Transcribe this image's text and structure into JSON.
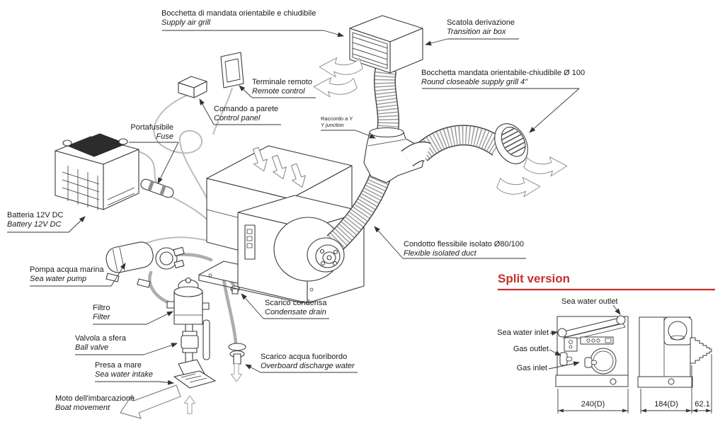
{
  "colors": {
    "accent_red": "#c5302c",
    "line": "#3a3a3a",
    "light_line": "#bcbcbc"
  },
  "diagram": {
    "labels": {
      "supply_air_grill": {
        "it": "Bocchetta di mandata orientabile e chiudibile",
        "en": "Supply air grill"
      },
      "transition_air_box": {
        "it": "Scatola derivazione",
        "en": "Transition air box"
      },
      "round_supply_grill": {
        "it": "Bocchetta mandata orientabile-chiudibile Ø 100",
        "en": "Round closeable supply grill 4\""
      },
      "remote_control": {
        "it": "Terminale remoto",
        "en": "Remote control"
      },
      "control_panel": {
        "it": "Comando a parete",
        "en": "Control panel"
      },
      "y_junction": {
        "it": "Raccordo a Y",
        "en": "Y junction"
      },
      "fuse": {
        "it": "Portafusibile",
        "en": "Fuse"
      },
      "battery": {
        "it": "Batteria 12V DC",
        "en": "Battery 12V DC"
      },
      "sea_water_pump": {
        "it": "Pompa acqua marina",
        "en": "Sea water pump"
      },
      "filter": {
        "it": "Filtro",
        "en": "Filter"
      },
      "ball_valve": {
        "it": "Valvola a sfera",
        "en": "Ball valve"
      },
      "sea_water_intake": {
        "it": "Presa a mare",
        "en": "Sea water intake"
      },
      "boat_movement": {
        "it": "Moto dell'imbarcazione",
        "en": "Boat movement"
      },
      "condensate_drain": {
        "it": "Scarico condensa",
        "en": "Condensate drain"
      },
      "overboard_discharge": {
        "it": "Scarico acqua fuoribordo",
        "en": "Overboard discharge water"
      },
      "flexible_duct": {
        "it": "Condotto flessibile isolato Ø80/100",
        "en": "Flexible isolated duct"
      }
    }
  },
  "split": {
    "title": "Split version",
    "labels": {
      "sea_water_outlet": "Sea water outlet",
      "sea_water_inlet": "Sea water inlet",
      "gas_outlet": "Gas outlet",
      "gas_inlet": "Gas inlet"
    },
    "dimensions": {
      "front_width": "240(D)",
      "side_width": "184(D)",
      "side_extension": "62.1"
    }
  }
}
